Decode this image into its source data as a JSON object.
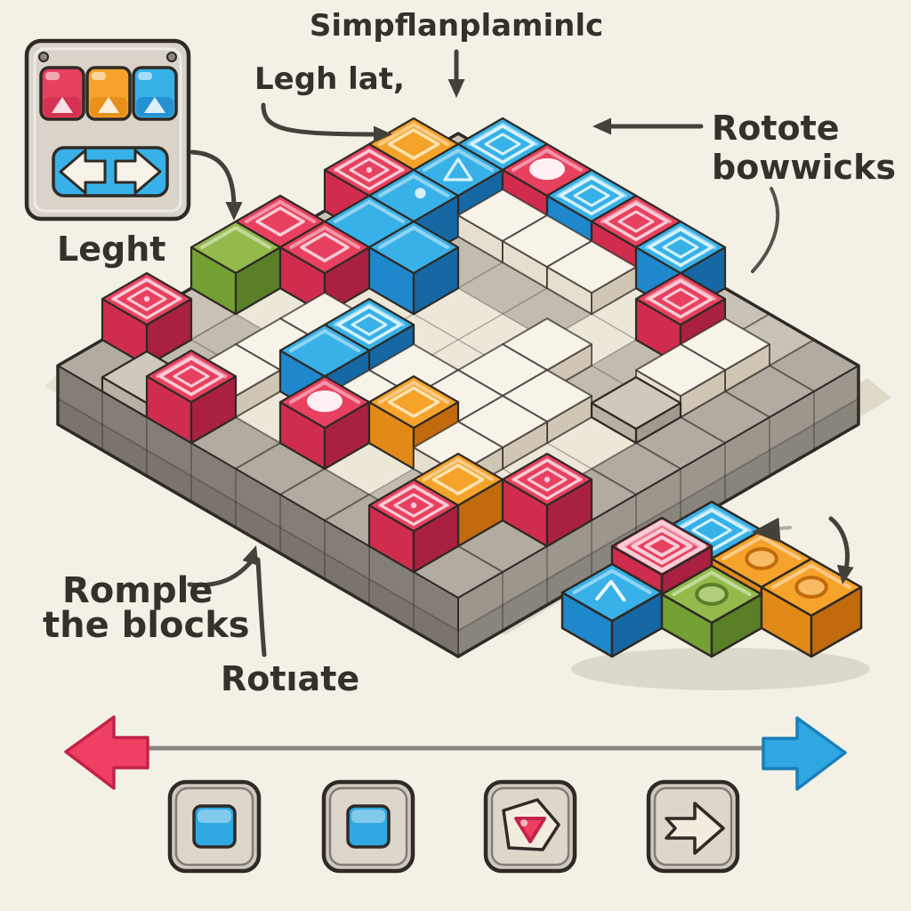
{
  "title_labels": {
    "top": "Simpflanplaminlc",
    "top_left": "Legh lat,",
    "right_line1": "Rotote",
    "right_line2": "bowwicks",
    "legend_caption": "Leght",
    "bottom_left_line1": "Romple",
    "bottom_left_line2": "the blocks",
    "bottom_line": "Rotıate"
  },
  "palette": {
    "background": "#f3f1e5",
    "text": "#34302c",
    "outline": "#2f2a25",
    "annotation": "#45403a",
    "red": [
      "#e8415f",
      "#cf2c4e",
      "#a92040"
    ],
    "orange": [
      "#f5a32a",
      "#e28a17",
      "#c26a0e"
    ],
    "blue": [
      "#38b1e8",
      "#1f87cc",
      "#1568a3"
    ],
    "green": [
      "#94ba4c",
      "#74a134",
      "#597f27"
    ],
    "white": [
      "#f7f3e9",
      "#e6dfd0",
      "#cfc6b4"
    ],
    "gray_block": [
      "#cfc8bd",
      "#b7b0a5",
      "#a09a8f"
    ],
    "pattern": {
      "red": "#f8cdd8",
      "orange": "#fde4b4",
      "blue": "#d6f3fd",
      "green": "#dcedbd",
      "white": "#ffffff"
    },
    "tile_inner": "#ece7d9",
    "tile_gray": "#c2bbb0",
    "tile_edge_top": "#c9c2b7",
    "tile_edge_front": "#b2aba1",
    "platform_left": "#847e77",
    "platform_right": "#9c968d",
    "platform_dark": "#6f6a64",
    "line_gray": "#8a857d",
    "arrow_red": "#ef4063",
    "arrow_blue": "#2fa7e0",
    "button_face": "#cfc8bf",
    "button_inner": "#ddd7cb",
    "button_icon_blue": "#2fa7e0",
    "button_icon_red": "#ef4063"
  },
  "legend_panel": {
    "blocks": [
      "red",
      "orange",
      "blue"
    ],
    "icon": "left-right-arrows"
  },
  "board": {
    "grid": {
      "cols": 9,
      "rows": 9
    },
    "gray_cells": [
      [
        2,
        2
      ],
      [
        3,
        2
      ],
      [
        4,
        2
      ],
      [
        6,
        2
      ],
      [
        6,
        3
      ],
      [
        7,
        3
      ],
      [
        1,
        6
      ],
      [
        1,
        7
      ],
      [
        6,
        7
      ]
    ],
    "gray_blocks": [
      {
        "cells": [
          [
            7,
            3
          ]
        ]
      },
      {
        "cells": [
          [
            1,
            8
          ]
        ]
      }
    ],
    "white_pieces": [
      {
        "cells": [
          [
            2,
            1
          ],
          [
            3,
            1
          ],
          [
            4,
            1
          ]
        ]
      },
      {
        "cells": [
          [
            7,
            1
          ],
          [
            7,
            2
          ]
        ]
      },
      {
        "cells": [
          [
            5,
            3
          ],
          [
            5,
            4
          ],
          [
            5,
            5
          ],
          [
            6,
            4
          ]
        ]
      },
      {
        "cells": [
          [
            2,
            5
          ],
          [
            2,
            6
          ],
          [
            2,
            7
          ]
        ]
      },
      {
        "cells": [
          [
            4,
            5
          ],
          [
            4,
            6
          ]
        ]
      },
      {
        "cells": [
          [
            6,
            5
          ],
          [
            6,
            6
          ]
        ]
      }
    ],
    "cubes": [
      {
        "cells": [
          [
            1,
            0
          ]
        ],
        "color": "blue",
        "pattern": "concentric"
      },
      {
        "cells": [
          [
            0,
            1
          ]
        ],
        "color": "orange",
        "pattern": "diamond"
      },
      {
        "cells": [
          [
            2,
            0
          ]
        ],
        "color": "red",
        "pattern": "blob"
      },
      {
        "cells": [
          [
            1,
            1
          ]
        ],
        "color": "blue",
        "pattern": "triangle"
      },
      {
        "cells": [
          [
            3,
            0
          ]
        ],
        "color": "blue",
        "pattern": "concentric"
      },
      {
        "cells": [
          [
            0,
            2
          ]
        ],
        "color": "red",
        "pattern": "spiral"
      },
      {
        "cells": [
          [
            4,
            0
          ]
        ],
        "color": "red",
        "pattern": "concentric"
      },
      {
        "cells": [
          [
            5,
            0
          ]
        ],
        "color": "blue",
        "pattern": "concentric"
      },
      {
        "cells": [
          [
            6,
            1
          ]
        ],
        "color": "red",
        "pattern": "concentric"
      },
      {
        "cells": [
          [
            0,
            4
          ],
          [
            1,
            4
          ]
        ],
        "color": "red",
        "pattern": "squares"
      },
      {
        "cells": [
          [
            0,
            5
          ]
        ],
        "color": "green",
        "pattern": "plain"
      },
      {
        "cells": [
          [
            0,
            7
          ]
        ],
        "color": "red",
        "pattern": "spiral"
      },
      {
        "cells": [
          [
            1,
            2
          ],
          [
            1,
            3
          ],
          [
            2,
            3
          ]
        ],
        "color": "blue",
        "pattern": "dotmark"
      },
      {
        "cells": [
          [
            3,
            5
          ],
          [
            3,
            6
          ]
        ],
        "color": "blue",
        "pattern": "concentric"
      },
      {
        "cells": [
          [
            4,
            7
          ]
        ],
        "color": "red",
        "pattern": "blob"
      },
      {
        "cells": [
          [
            5,
            6
          ]
        ],
        "color": "orange",
        "pattern": "diamond"
      },
      {
        "cells": [
          [
            7,
            7
          ]
        ],
        "color": "orange",
        "pattern": "diamond"
      },
      {
        "cells": [
          [
            7,
            8
          ]
        ],
        "color": "red",
        "pattern": "spiral"
      },
      {
        "cells": [
          [
            8,
            6
          ]
        ],
        "color": "red",
        "pattern": "spiral"
      },
      {
        "cells": [
          [
            2,
            8
          ]
        ],
        "color": "red",
        "pattern": "concentric"
      }
    ]
  },
  "cluster": {
    "cubes": [
      {
        "cell": [
          0,
          0
        ],
        "color": "blue",
        "pattern": "concentric",
        "h": 46
      },
      {
        "cell": [
          1,
          0
        ],
        "color": "orange",
        "pattern": "stud",
        "h": 46
      },
      {
        "cell": [
          0,
          1
        ],
        "color": "red",
        "pattern": "rings",
        "h": 60
      },
      {
        "cell": [
          2,
          0
        ],
        "color": "orange",
        "pattern": "stud",
        "h": 46
      },
      {
        "cell": [
          1,
          1
        ],
        "color": "green",
        "pattern": "stud",
        "h": 38
      },
      {
        "cell": [
          0,
          2
        ],
        "color": "blue",
        "pattern": "chevron",
        "h": 40
      }
    ]
  },
  "bottom_bar": {
    "left_arrow_color": "#ef4063",
    "right_arrow_color": "#2fa7e0",
    "buttons": [
      {
        "icon": "blue-square"
      },
      {
        "icon": "blue-square"
      },
      {
        "icon": "red-gem-arrow"
      },
      {
        "icon": "white-right-arrow"
      }
    ]
  }
}
